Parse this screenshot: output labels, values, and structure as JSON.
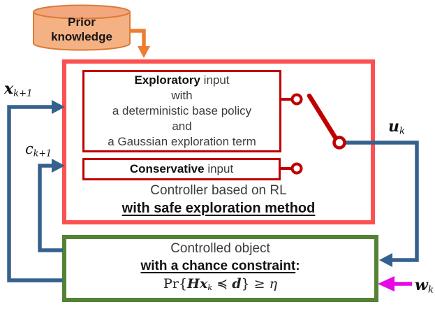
{
  "colors": {
    "controller_border": "#fb5151",
    "inner_box_border": "#c00000",
    "plant_border": "#548235",
    "signal_blue": "#35618f",
    "orange": "#ed7d31",
    "cylinder_fill": "#f4b183",
    "magenta": "#e608e6"
  },
  "prior_knowledge": {
    "line1": "Prior",
    "line2": "knowledge"
  },
  "controller": {
    "exploratory": {
      "title_bold": "Exploratory",
      "title_rest": " input",
      "line2": "with",
      "line3": "a deterministic base policy",
      "line4": "and",
      "line5": "a Gaussian exploration term"
    },
    "conservative": {
      "title_bold": "Conservative",
      "title_rest": " input"
    },
    "caption_line1": "Controller based on RL",
    "caption_line2": "with safe exploration method"
  },
  "plant": {
    "line1": "Controlled object",
    "line2": "with a chance constraint",
    "line2_suffix": ":",
    "formula": {
      "pr": "Pr",
      "open": "{",
      "H": "H",
      "x": "x",
      "x_sub": "k",
      "preceq": " ≼ ",
      "d": "d",
      "close": "}",
      "geq": " ≥ ",
      "eta": "η"
    }
  },
  "signals": {
    "state": {
      "base": "x",
      "sub": "k+1"
    },
    "cost": {
      "base": "c",
      "sub": "k+1"
    },
    "control": {
      "base": "u",
      "sub": "k"
    },
    "disturbance": {
      "base": "w",
      "sub": "k"
    }
  }
}
